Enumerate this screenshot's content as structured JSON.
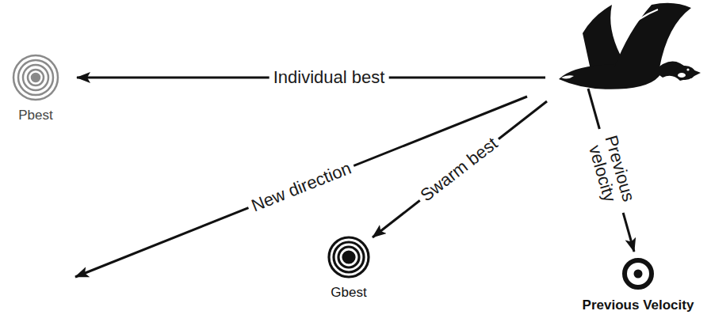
{
  "diagram": {
    "nodes": [
      {
        "text": [
          "Pbest"
        ]
      },
      {
        "text": [
          "Gbest"
        ]
      },
      {
        "text": [
          "Previous Velocity"
        ]
      }
    ],
    "labels": [
      "Individual best",
      "New direction",
      "Swarm best",
      "Previous velocity"
    ]
  }
}
